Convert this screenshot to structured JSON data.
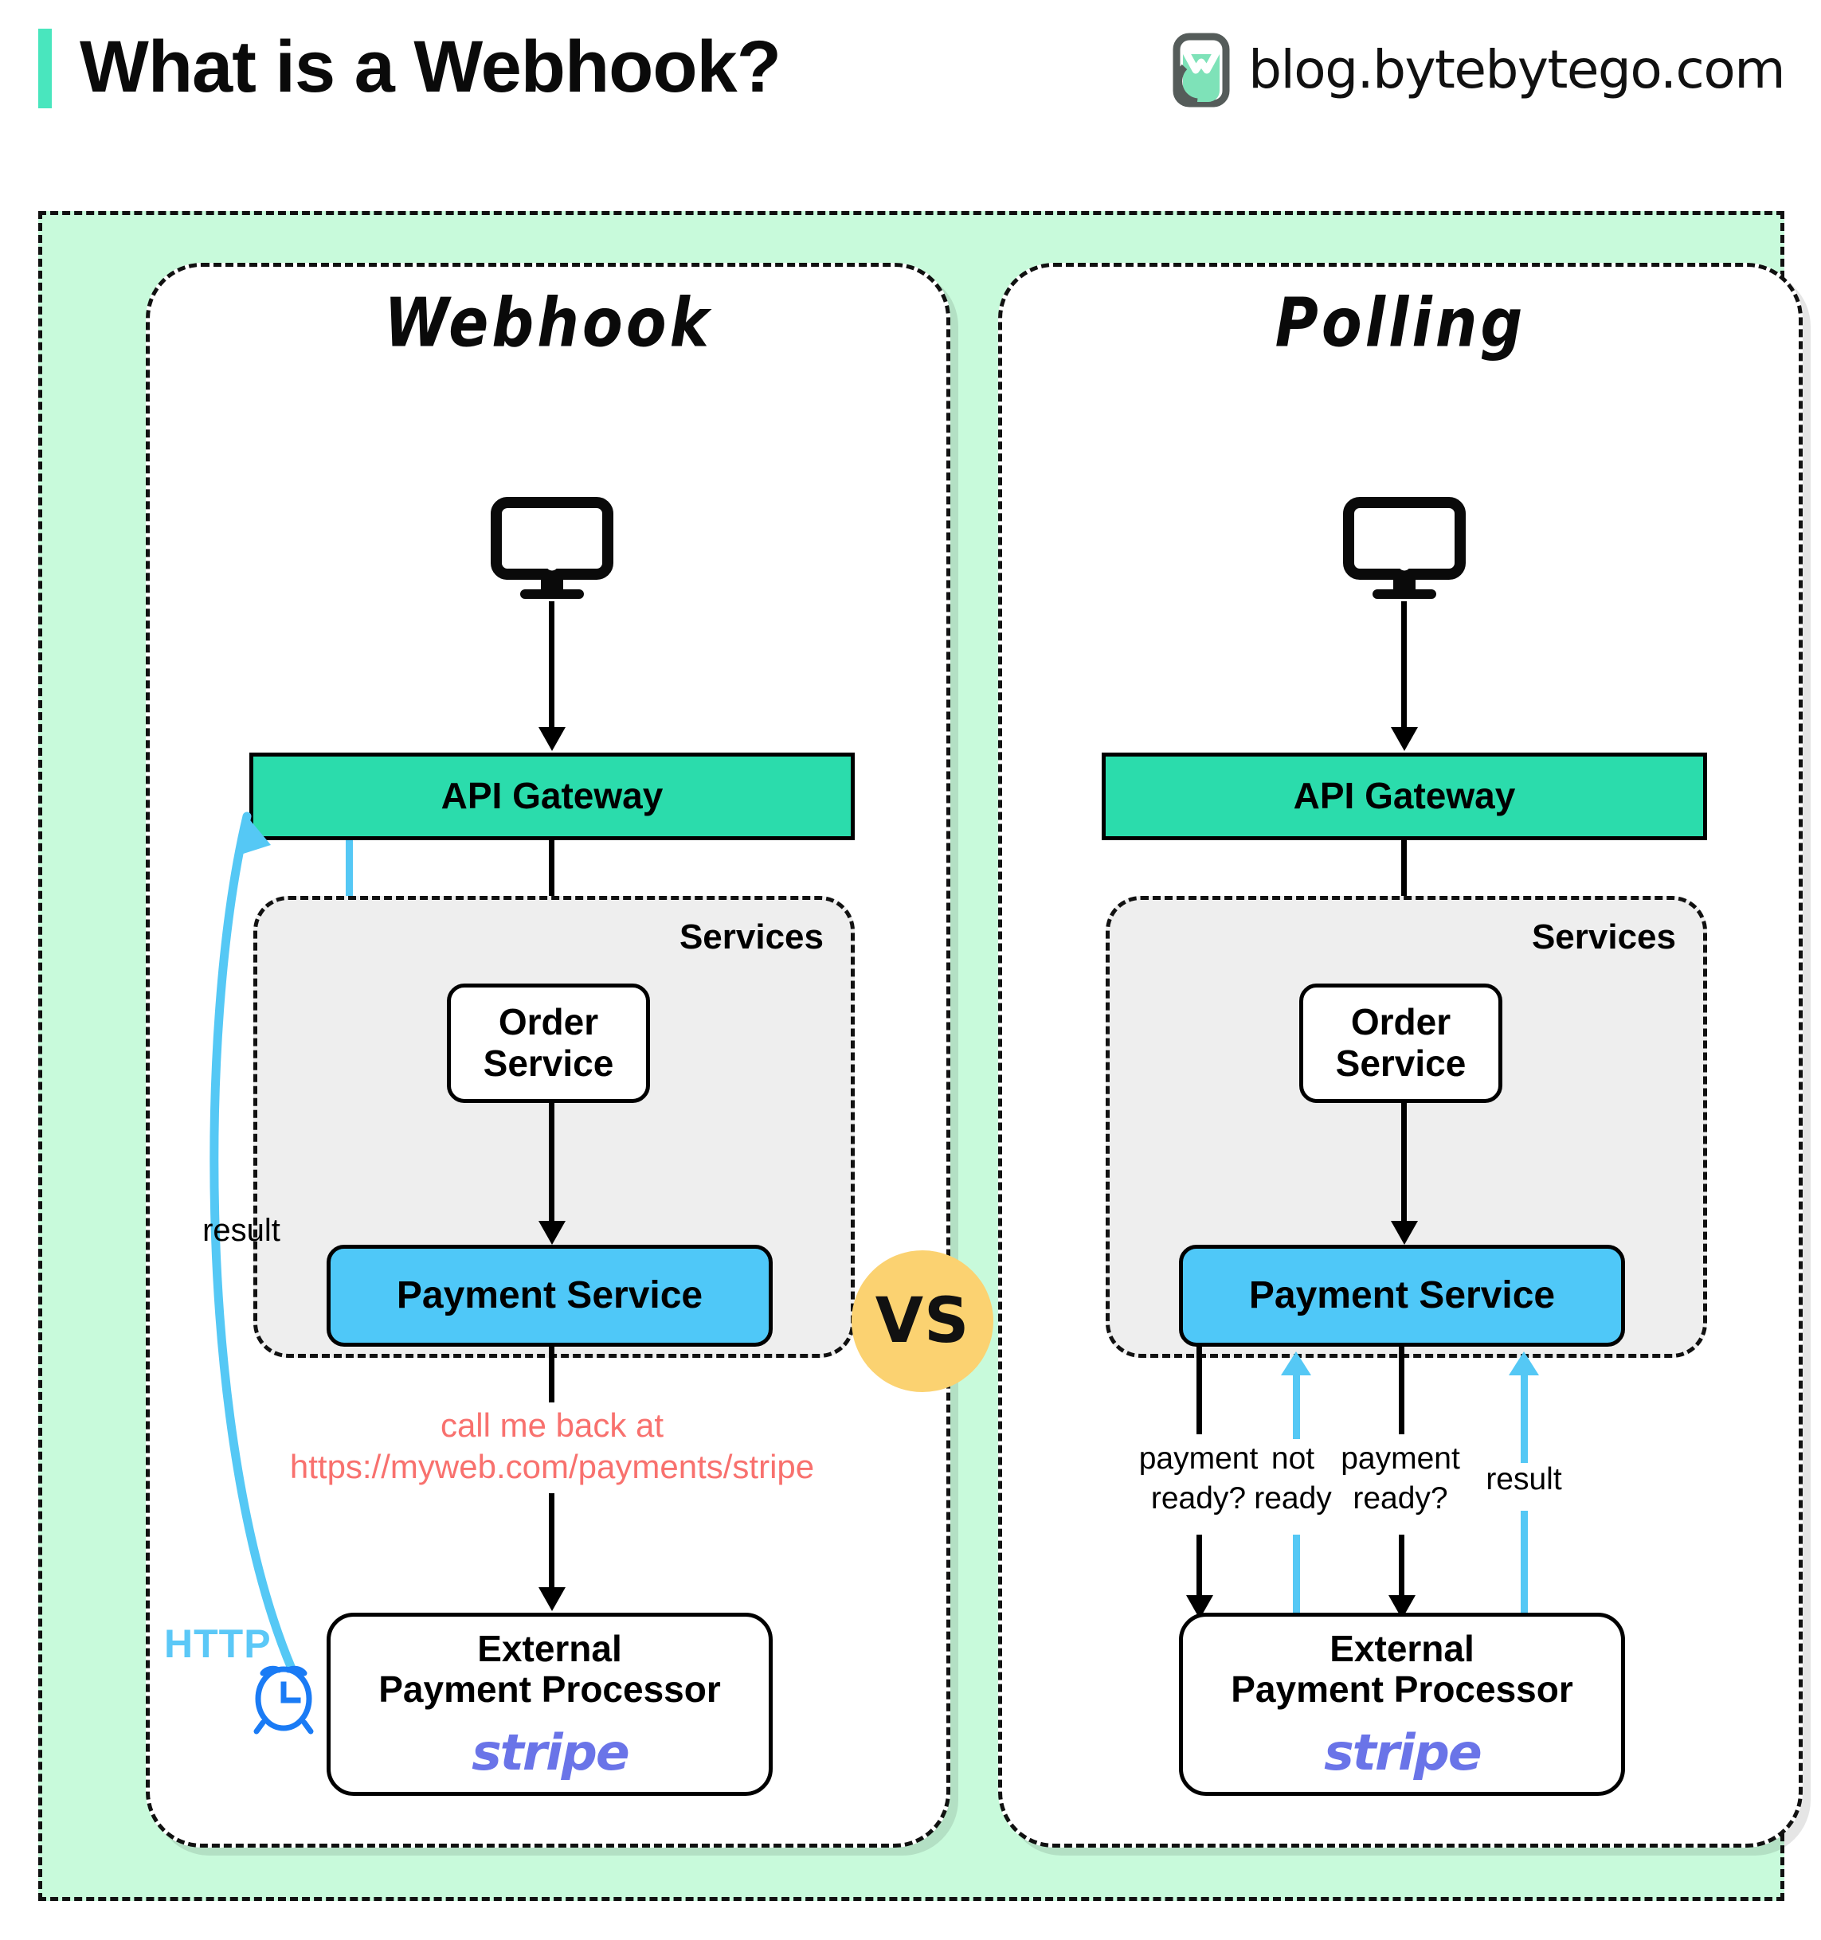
{
  "header": {
    "title": "What is a Webhook?",
    "brand": "blog.bytebytego.com",
    "accent_color": "#49E6BE",
    "logo_icon": "bytebytego-logo-icon"
  },
  "panel": {
    "background_color": "#C8FADB",
    "vs_badge": {
      "label": "VS",
      "color": "#FBD271"
    }
  },
  "webhook": {
    "title": "Webhook",
    "client_icon": "monitor-icon",
    "gateway": "API Gateway",
    "services_label": "Services",
    "order_service": "Order\nService",
    "order_service_line1": "Order",
    "order_service_line2": "Service",
    "payment_service": "Payment Service",
    "processor_line1": "External",
    "processor_line2": "Payment Processor",
    "processor_logo": "stripe",
    "callback_line1": "call me back at",
    "callback_line2": "https://myweb.com/payments/stripe",
    "callback_color": "#F8716E",
    "result_label": "result",
    "http_label": "HTTP",
    "clock_icon": "alarm-clock-icon",
    "http_color": "#5BC8F7"
  },
  "polling": {
    "title": "Polling",
    "client_icon": "monitor-icon",
    "gateway": "API Gateway",
    "services_label": "Services",
    "order_service_line1": "Order",
    "order_service_line2": "Service",
    "payment_service": "Payment Service",
    "processor_line1": "External",
    "processor_line2": "Payment Processor",
    "processor_logo": "stripe",
    "labels": {
      "ask1_line1": "payment",
      "ask1_line2": "ready?",
      "reply1_line1": "not",
      "reply1_line2": "ready",
      "ask2_line1": "payment",
      "ask2_line2": "ready?",
      "reply2": "result"
    }
  },
  "colors": {
    "gateway_fill": "#2BDCAC",
    "payment_fill": "#4FC8F8",
    "services_fill": "#EEEEEE",
    "blue_arrow": "#55C8F5",
    "stripe_purple": "#6A74E8"
  }
}
